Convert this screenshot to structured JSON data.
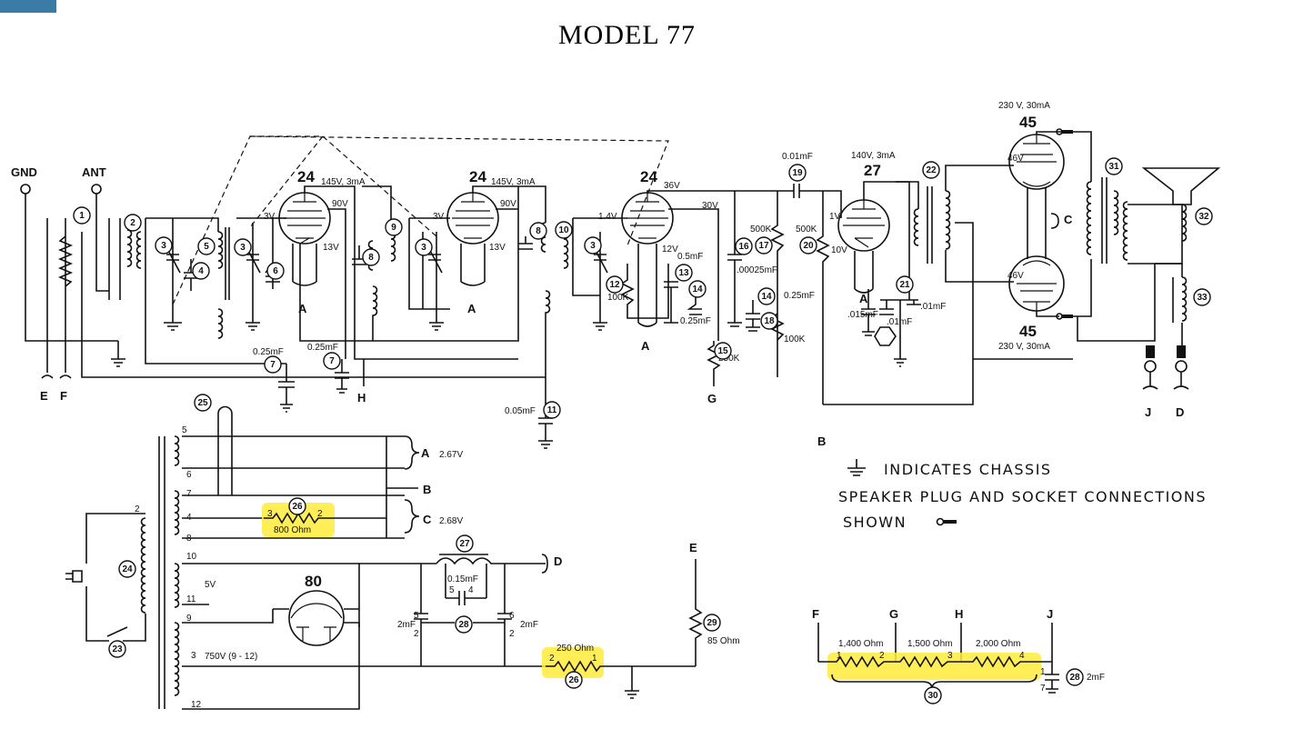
{
  "title": "MODEL 77",
  "terminals": {
    "gnd": "GND",
    "ant": "ANT",
    "e": "E",
    "f": "F",
    "h": "H",
    "g": "G",
    "b": "B",
    "j": "J",
    "d": "D",
    "a1": "A",
    "a2": "A",
    "a3": "A",
    "a4": "A",
    "a_sec": "A",
    "b_sec": "B",
    "c_sec": "C",
    "d_sec": "D",
    "e_sec": "E",
    "c_push": "C",
    "div_f": "F",
    "div_g": "G",
    "div_h": "H",
    "div_j": "J"
  },
  "tubes": {
    "t1": {
      "type": "24",
      "plate": "145V, 3mA",
      "screen": "90V",
      "grid": "3V",
      "cathode": "13V"
    },
    "t2": {
      "type": "24",
      "plate": "145V, 3mA",
      "screen": "90V",
      "grid": "3V",
      "cathode": "13V"
    },
    "t3": {
      "type": "24",
      "plate": "36V",
      "screen": "30V",
      "grid": "1.4V",
      "cathode": "12V"
    },
    "t4": {
      "type": "27",
      "plate": "140V, 3mA",
      "grid": "1V",
      "cathode": "10V"
    },
    "t5": {
      "type": "45",
      "rating": "230 V, 30mA",
      "grid": "46V"
    },
    "t6": {
      "type": "45",
      "rating": "230 V, 30mA",
      "grid": "46V"
    },
    "rect": {
      "type": "80"
    }
  },
  "values": {
    "c7a": "0.25mF",
    "c7b": "0.25mF",
    "c11": "0.05mF",
    "c13": "0.5mF",
    "c14a": "0.25mF",
    "c14b": "0.25mF",
    "c16": ".00025mF",
    "c19": "0.01mF",
    "r12": "100K",
    "r15": "250K",
    "r17": "500K",
    "r18": "100K",
    "r20": "500K",
    "c21a": ".015mF",
    "c21b": ".01mF",
    "c21c": ".01mF",
    "va": "2.67V",
    "vc": "2.68V",
    "v5": "5V",
    "v750": "750V (9 - 12)",
    "r26": "800 Ohm",
    "r26b": "250 Ohm",
    "r29": "85 Ohm",
    "c_015": "0.15mF",
    "c2a": "2mF",
    "c2b": "2mF",
    "c28": "2mF",
    "r_1400": "1,400 Ohm",
    "r_1500": "1,500 Ohm",
    "r_2000": "2,000 Ohm"
  },
  "part_numbers": [
    "1",
    "2",
    "3",
    "4",
    "5",
    "6",
    "7",
    "8",
    "9",
    "10",
    "11",
    "12",
    "13",
    "14",
    "15",
    "16",
    "17",
    "18",
    "19",
    "20",
    "21",
    "22",
    "23",
    "24",
    "25",
    "26",
    "27",
    "28",
    "29",
    "30",
    "31",
    "32",
    "33"
  ],
  "pins": {
    "p5": "5",
    "p6": "6",
    "p7": "7",
    "p4": "4",
    "p8": "8",
    "p2": "2",
    "p10": "10",
    "p11": "11",
    "p9": "9",
    "p3": "3",
    "p12": "12",
    "r26_3": "3",
    "r26_2": "2",
    "r26b_2": "2",
    "r26b_1": "1",
    "c5": "5",
    "c4": "4",
    "c5b": "5",
    "c2": "2",
    "c6": "6",
    "c2c": "2",
    "d1": "1",
    "d2": "2",
    "d3": "3",
    "d4": "4",
    "c28_1": "1",
    "c28_7": "7"
  },
  "legend": {
    "chassis": "INDICATES CHASSIS",
    "speaker_line1": "SPEAKER PLUG AND SOCKET CONNECTIONS",
    "speaker_line2": "SHOWN"
  },
  "highlight_color": "#ffeb3b"
}
